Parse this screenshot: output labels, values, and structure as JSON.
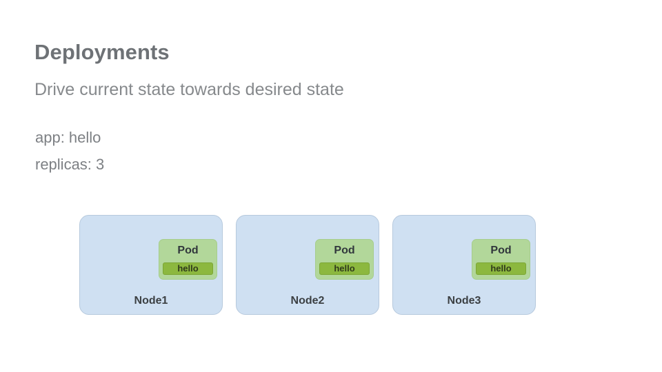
{
  "slide": {
    "title": "Deployments",
    "subtitle": "Drive current state towards desired state",
    "spec": {
      "lines": [
        "app: hello",
        "replicas: 3"
      ]
    },
    "colors": {
      "title_text": "#6e7276",
      "subtitle_text": "#86898c",
      "spec_text": "#7d8084",
      "node_fill": "#cfe0f2",
      "node_border": "#b6c9dd",
      "pod_fill": "#b2d79a",
      "pod_border": "#a6cd8c",
      "container_fill": "#8cb83f",
      "container_border": "#7ba634",
      "label_text": "#3c4043"
    },
    "nodes": [
      {
        "label": "Node1",
        "pod": {
          "label": "Pod",
          "container": "hello"
        }
      },
      {
        "label": "Node2",
        "pod": {
          "label": "Pod",
          "container": "hello"
        }
      },
      {
        "label": "Node3",
        "pod": {
          "label": "Pod",
          "container": "hello"
        }
      }
    ]
  }
}
